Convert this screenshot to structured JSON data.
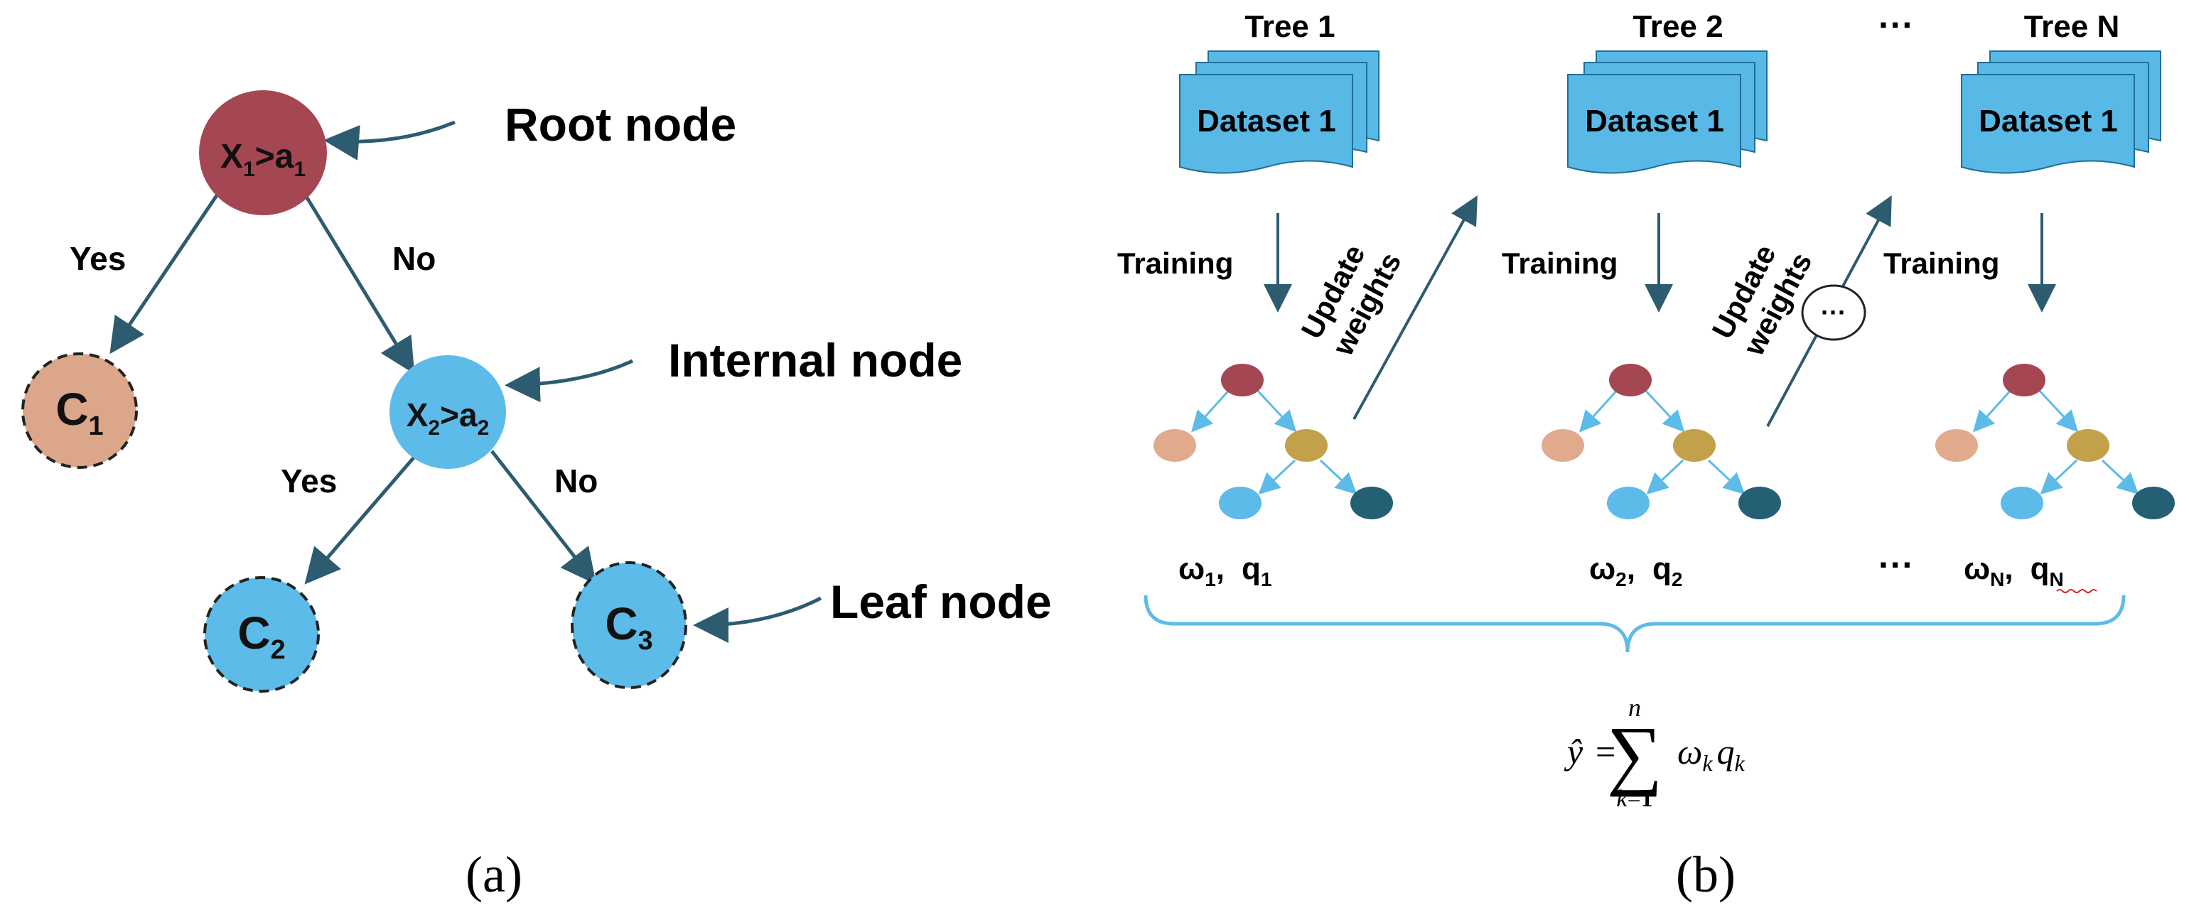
{
  "colors": {
    "root": "#a54653",
    "internal": "#5cbbe8",
    "leaf_c1": "#dba68a",
    "leaf_blue": "#5cbbe8",
    "edge": "#2d5b6f",
    "dataset": "#58b9e7",
    "dataset_stroke": "#1f6f95",
    "mini_root": "#a54653",
    "mini_peach": "#e2aa8d",
    "mini_gold": "#c3a14a",
    "mini_blue": "#5cbbe8",
    "mini_teal": "#245f74",
    "mini_edge": "#5cbbe8",
    "brace": "#5cbbe8",
    "squiggle": "#d62a2a"
  },
  "panel_a": {
    "caption": "(a)",
    "root": {
      "var": "X",
      "var_sub": "1",
      "op": ">",
      "thr": "a",
      "thr_sub": "1"
    },
    "internal": {
      "var": "X",
      "var_sub": "2",
      "op": ">",
      "thr": "a",
      "thr_sub": "2"
    },
    "leaves": [
      {
        "letter": "C",
        "sub": "1"
      },
      {
        "letter": "C",
        "sub": "2"
      },
      {
        "letter": "C",
        "sub": "3"
      }
    ],
    "edge_labels": {
      "root_yes": "Yes",
      "root_no": "No",
      "internal_yes": "Yes",
      "internal_no": "No"
    },
    "annotations": {
      "root": "Root node",
      "internal": "Internal node",
      "leaf": "Leaf node"
    }
  },
  "panel_b": {
    "caption": "(b)",
    "trees": [
      {
        "title": "Tree 1",
        "dataset": "Dataset 1",
        "training": "Training",
        "weight_sym": "ω",
        "weight_sub": "1",
        "sep": ",",
        "q_sym": "q",
        "q_sub": "1"
      },
      {
        "title": "Tree 2",
        "dataset": "Dataset 1",
        "training": "Training",
        "weight_sym": "ω",
        "weight_sub": "2",
        "sep": ",",
        "q_sym": "q",
        "q_sub": "2"
      },
      {
        "title": "Tree N",
        "dataset": "Dataset 1",
        "training": "Training",
        "weight_sym": "ω",
        "weight_sub": "N",
        "sep": ",",
        "q_sym": "q",
        "q_sub": "N"
      }
    ],
    "update_line1": "Update",
    "update_line2": "weights",
    "ellipsis": "···",
    "circle_ellipsis": "···",
    "formula": {
      "lhs": "ŷ",
      "eq": "=",
      "sum": "∑",
      "upper": "n",
      "lower_var": "k",
      "lower_eq": "=",
      "lower_val": "1",
      "w": "ω",
      "w_sub": "k",
      "q": "q",
      "q_sub": "k"
    }
  }
}
